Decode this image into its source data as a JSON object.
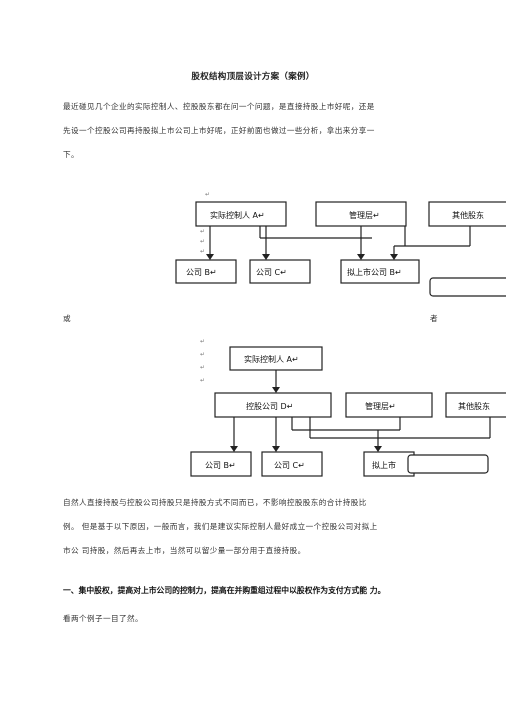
{
  "document": {
    "title": "股权结构顶层设计方案（案例）",
    "intro_lines": [
      "最近碰见几个企业的实际控制人、控股股东都在问一个问题，是直接持股上市好呢，还是",
      "先设一个控股公司再持股拟上市公司上市好呢，正好前面也做过一些分析，拿出来分享一",
      "下。"
    ],
    "or_left": "或",
    "or_right": "者",
    "after_lines": [
      "自然人直接持股与控股公司持股只是持股方式不同而已，不影响控股股东的合计持股比",
      "例。  但是基于以下原因，一般而言，我们是建议实际控制人最好成立一个控股公司对拟上",
      "市公  司持股，然后再去上市，当然可以留少量一部分用于直接持股。"
    ],
    "heading1": "一、集中股权，提高对上市公司的控制力，提高在并购重组过程中以股权作为支付方式能  力。",
    "closing": "看两个例子一目了然。"
  },
  "diagram1": {
    "top": [
      "实际控制人 A↵",
      "管理层↵",
      "其他股东"
    ],
    "bottom": [
      "公司 B↵",
      "公司 C↵",
      "拟上市公司 B↵"
    ]
  },
  "diagram2": {
    "top": "实际控制人 A↵",
    "middle": [
      "控股公司 D↵",
      "管理层↵",
      "其他股东"
    ],
    "bottom": [
      "公司 B↵",
      "公司 C↵",
      "拟上市"
    ]
  },
  "marks": {
    "return": "↵"
  }
}
